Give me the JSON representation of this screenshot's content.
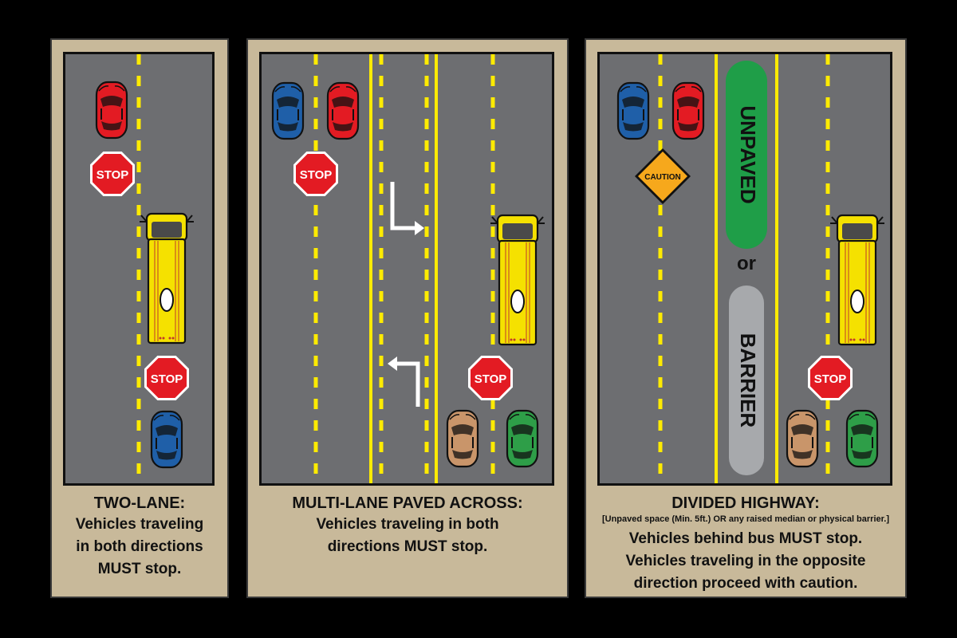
{
  "panels": {
    "two_lane": {
      "title": "TWO-LANE:",
      "line1": "Vehicles traveling",
      "line2": "in both directions",
      "line3_bold": "MUST",
      "line3_rest": " stop."
    },
    "multi_lane": {
      "title": "MULTI-LANE PAVED ACROSS:",
      "line1": "Vehicles traveling in both",
      "line2_pre": "directions ",
      "line2_bold": "MUST",
      "line2_rest": " stop."
    },
    "divided": {
      "title": "DIVIDED HIGHWAY:",
      "subtitle": "[Unpaved space (Min. 5ft.) OR any raised median or physical barrier.]",
      "line1_pre": "Vehicles behind bus ",
      "line1_bold": "MUST",
      "line1_rest": " stop.",
      "line2": "Vehicles traveling in the opposite",
      "line3": "direction proceed with caution."
    }
  },
  "signs": {
    "stop": "STOP",
    "caution": "CAUTION",
    "unpaved": "UNPAVED",
    "or": "or",
    "barrier": "BARRIER"
  },
  "colors": {
    "background": "#000000",
    "panel": "#c8b99a",
    "road": "#6d6e71",
    "lane_yellow": "#ffeb00",
    "stop_red": "#e31b23",
    "bus_yellow": "#f5e100",
    "car_red": "#e31b23",
    "car_blue": "#1f5fa8",
    "car_tan": "#c9956a",
    "car_green": "#2e9e48",
    "unpaved_green": "#1f9e48",
    "barrier_gray": "#a7a9ac",
    "caution_orange": "#f6a81c"
  },
  "icons": [
    "stop-sign-icon",
    "caution-sign-icon",
    "school-bus-icon",
    "car-icon",
    "turn-arrow-icon"
  ]
}
